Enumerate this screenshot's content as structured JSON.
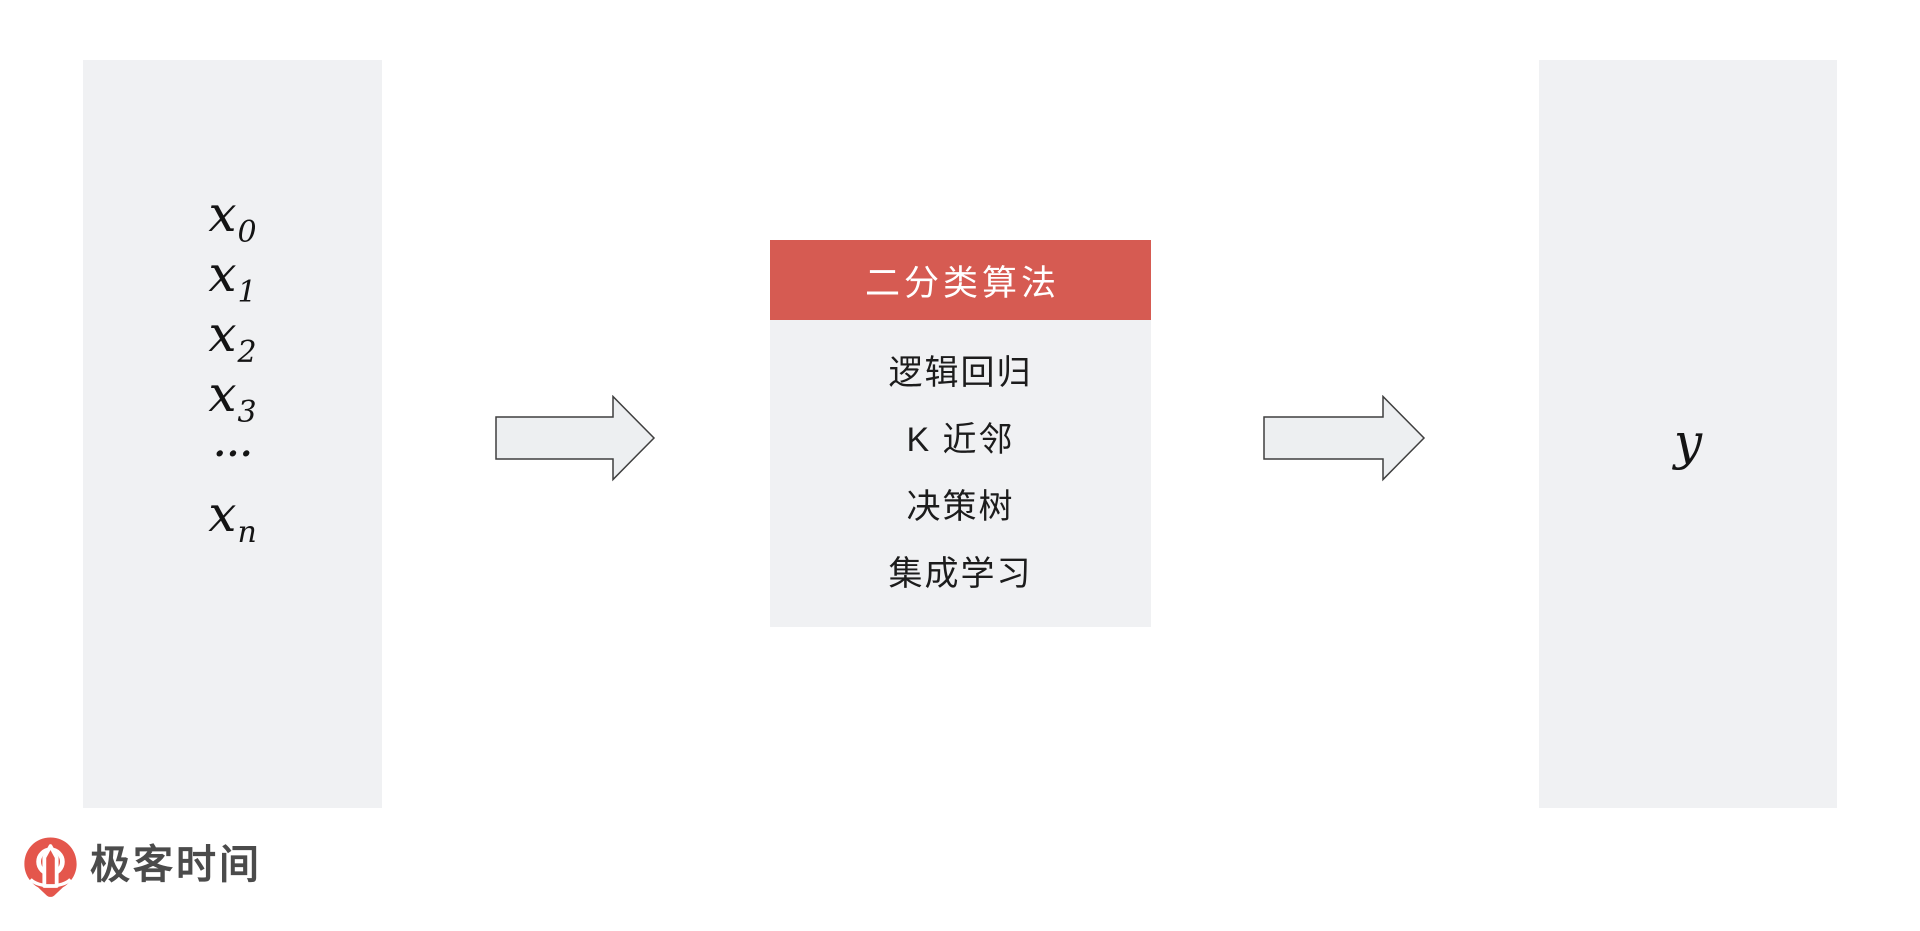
{
  "diagram": {
    "inputs": {
      "items": [
        {
          "base": "x",
          "sub": "0"
        },
        {
          "base": "x",
          "sub": "1"
        },
        {
          "base": "x",
          "sub": "2"
        },
        {
          "base": "x",
          "sub": "3"
        },
        {
          "base": "···",
          "sub": ""
        },
        {
          "base": "x",
          "sub": "n"
        }
      ]
    },
    "algorithm": {
      "title": "二分类算法",
      "items": [
        "逻辑回归",
        "K 近邻",
        "决策树",
        "集成学习"
      ]
    },
    "output": {
      "label": "y"
    },
    "branding": {
      "logo_text": "极客时间"
    },
    "colors": {
      "panel_gray": "#f0f1f3",
      "header_red": "#d65b52",
      "arrow_fill": "#edeff1",
      "arrow_stroke": "#3f3f3f",
      "logo_red": "#e4564c",
      "logo_text_gray": "#4b4b4b",
      "text_black": "#1a1a1a",
      "background": "#ffffff"
    }
  }
}
